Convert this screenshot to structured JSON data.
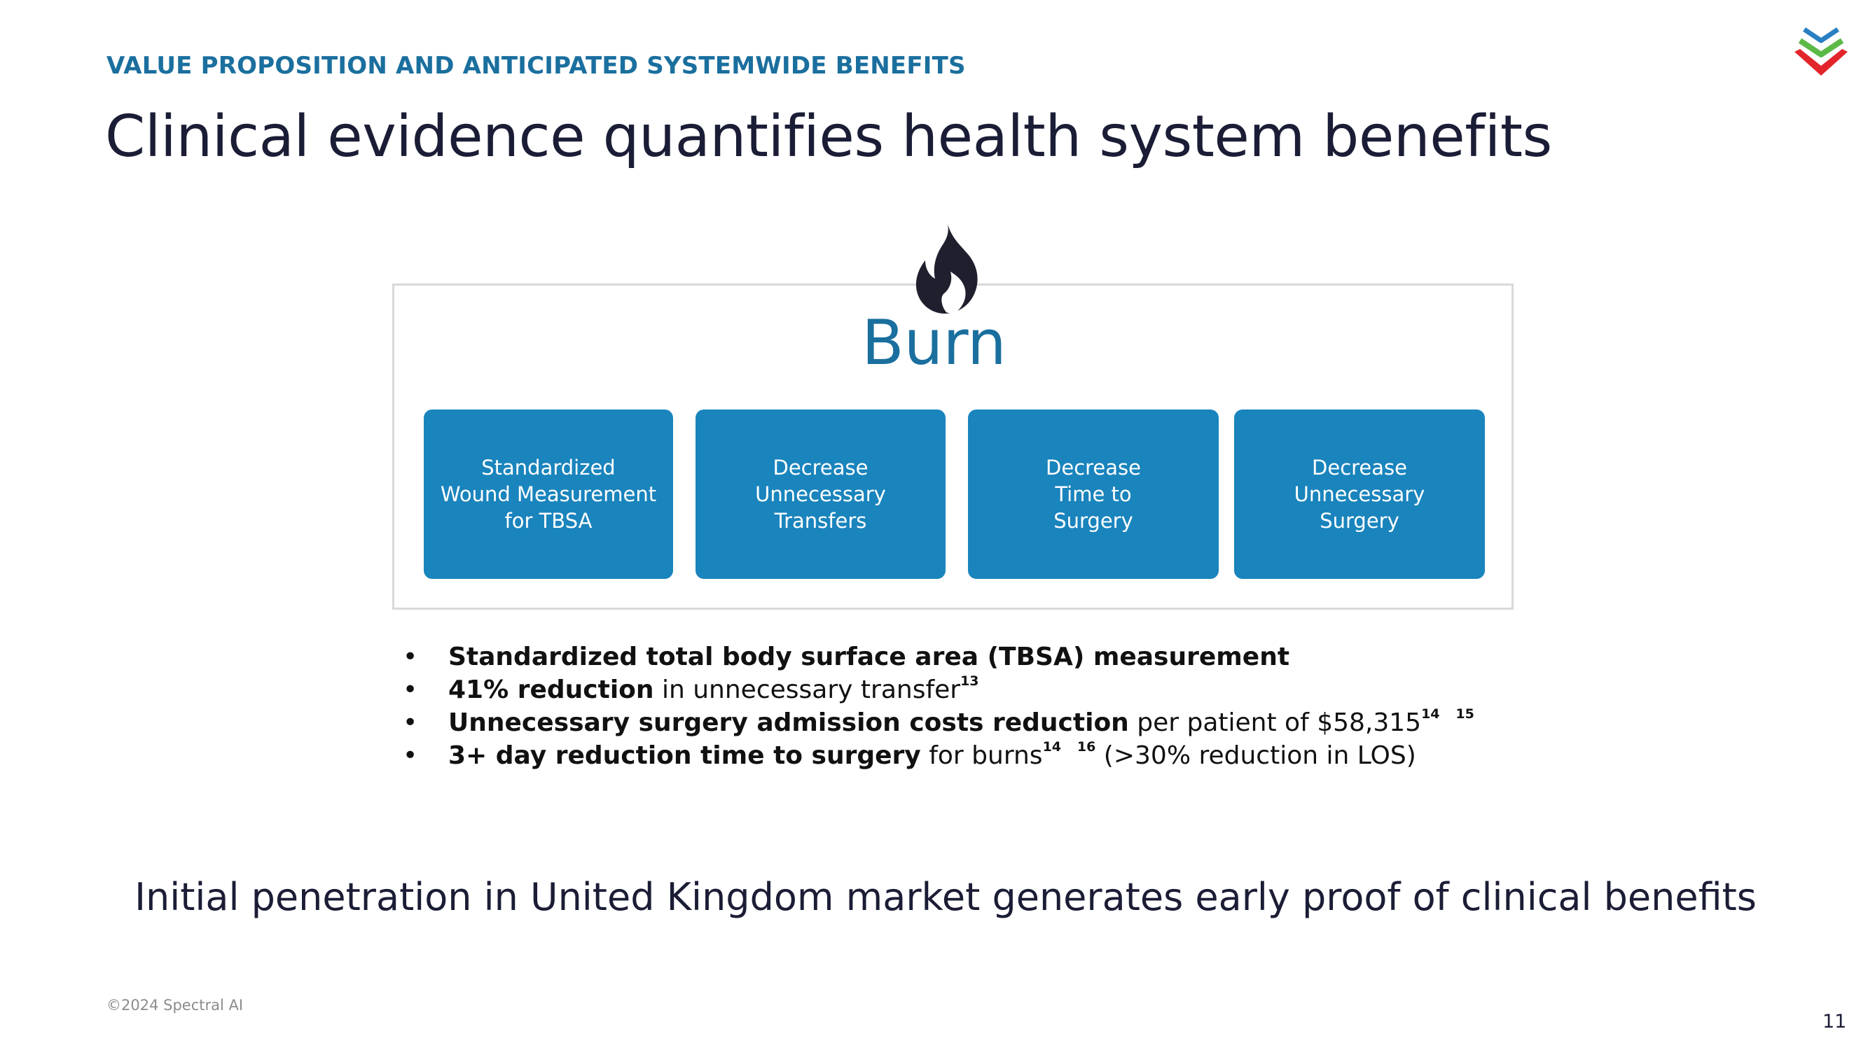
{
  "header": {
    "eyebrow": "VALUE PROPOSITION AND ANTICIPATED SYSTEMWIDE BENEFITS",
    "title": "Clinical evidence quantifies health system benefits"
  },
  "burn_panel": {
    "icon": "flame-icon",
    "title": "Burn",
    "cards": [
      {
        "label": "Standardized\nWound Measurement\nfor TBSA"
      },
      {
        "label": "Decrease Unnecessary\nTransfers"
      },
      {
        "label": "Decrease\nTime to\nSurgery"
      },
      {
        "label": "Decrease Unnecessary\nSurgery"
      }
    ]
  },
  "bullets": [
    {
      "marker": "•",
      "bold": "Standardized total body surface area (TBSA) measurement",
      "text": "",
      "sup1": "",
      "sup2": "",
      "tail": ""
    },
    {
      "marker": "•",
      "bold": "41% reduction",
      "text": " in unnecessary transfer",
      "sup1": "13",
      "sup2": "",
      "tail": ""
    },
    {
      "marker": "•",
      "bold": "Unnecessary surgery admission costs reduction",
      "text": " per patient of $58,315",
      "sup1": "14",
      "sup2": "15",
      "tail": ""
    },
    {
      "marker": "•",
      "bold": "3+ day reduction time to surgery",
      "text": " for burns",
      "sup1": "14",
      "sup2": "16",
      "tail": " (>30% reduction in LOS)"
    }
  ],
  "tagline": "Initial penetration in United Kingdom market generates early proof of clinical benefits",
  "footer": {
    "copyright": "©2024 Spectral AI",
    "page_number": "11"
  },
  "colors": {
    "accent": "#1a6f9e",
    "card": "#1a84bd",
    "logo_blue": "#2a7fc1",
    "logo_green": "#5cb946",
    "logo_red": "#e2252b"
  }
}
